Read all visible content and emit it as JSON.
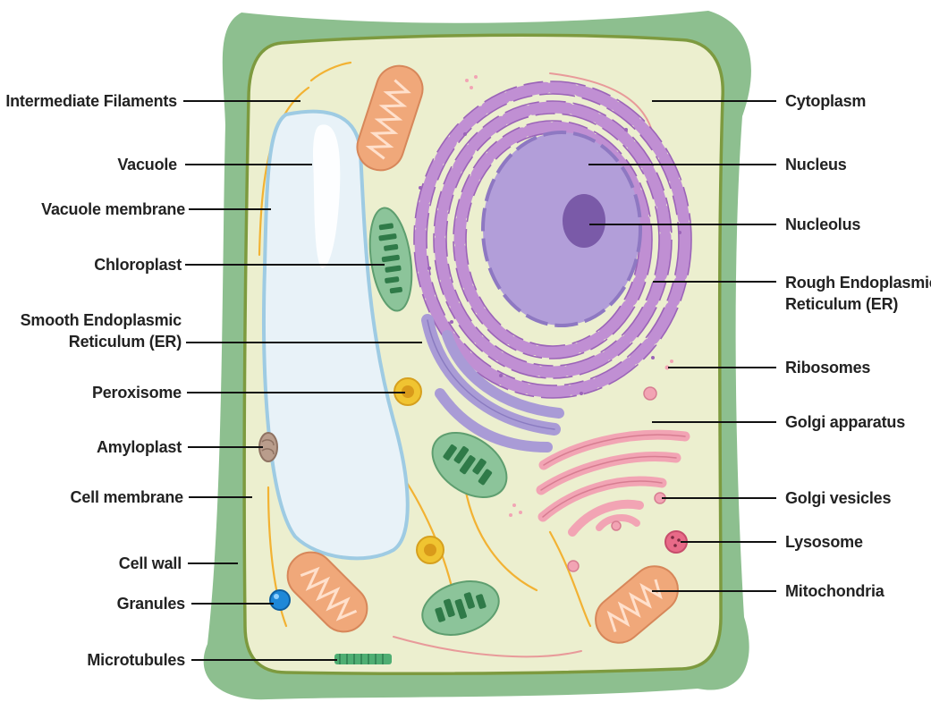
{
  "labels_left": {
    "intermediate_filaments": "Intermediate Filaments",
    "vacuole": "Vacuole",
    "vacuole_membrane": "Vacuole membrane",
    "chloroplast": "Chloroplast",
    "smooth_er_line1": "Smooth Endoplasmic",
    "smooth_er_line2": "Reticulum (ER)",
    "peroxisome": "Peroxisome",
    "amyloplast": "Amyloplast",
    "cell_membrane": "Cell membrane",
    "cell_wall": "Cell wall",
    "granules": "Granules",
    "microtubules": "Microtubules"
  },
  "labels_right": {
    "cytoplasm": "Cytoplasm",
    "nucleus": "Nucleus",
    "nucleolus": "Nucleolus",
    "rough_er_line1": "Rough Endoplasmic",
    "rough_er_line2": "Reticulum (ER)",
    "ribosomes": "Ribosomes",
    "golgi_apparatus": "Golgi apparatus",
    "golgi_vesicles": "Golgi vesicles",
    "lysosome": "Lysosome",
    "mitochondria": "Mitochondria"
  },
  "colors": {
    "cell_wall": "#8dbf8f",
    "cytoplasm": "#ecefcf",
    "cell_membrane": "#7d9a3f",
    "vacuole": "#e8f2f8",
    "vacuole_membrane": "#9ecbe3",
    "nucleus": "#b29ed9",
    "nucleolus": "#7a5aa8",
    "rough_er": "#c08fd3",
    "smooth_er": "#a99bd6",
    "chloroplast": "#8cc49a",
    "mitochondria": "#f0a87a",
    "golgi": "#f2a4b4",
    "peroxisome": "#f0c431",
    "granule": "#1e88d8",
    "amyloplast": "#b99d8c",
    "filament": "#f2b233",
    "microtubule": "#4fae73",
    "leader_line": "#111111"
  }
}
